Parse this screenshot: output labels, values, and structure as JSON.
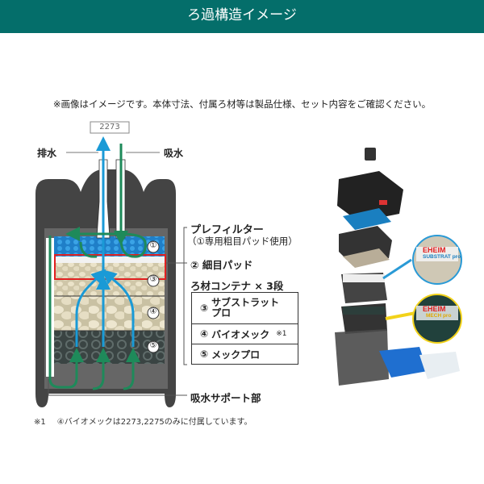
{
  "header": {
    "title": "ろ過構造イメージ",
    "color": "#046e6a"
  },
  "note": "※画像はイメージです。本体寸法、付属ろ材等は製品仕様、セット内容をご確認ください。",
  "diagram": {
    "model": "2273",
    "outlet_label": "排水",
    "inlet_label": "吸水",
    "layer_markers": [
      "①",
      "③",
      "④",
      "⑤"
    ],
    "labels": {
      "prefilter": "プレフィルター",
      "prefilter_sub": "（①専用粗目パッド使用）",
      "fine_pad": "② 細目パッド",
      "container": "ろ材コンテナ × 3段",
      "support": "吸水サポート部"
    },
    "media_table": [
      {
        "num": "③",
        "name": "サブストラット",
        "name2": "プロ",
        "note": ""
      },
      {
        "num": "④",
        "name": "バイオメック",
        "name2": "",
        "note": "※1"
      },
      {
        "num": "⑤",
        "name": "メックプロ",
        "name2": "",
        "note": ""
      }
    ],
    "colors": {
      "flow_out": "#1a9ad6",
      "flow_in": "#1e8a5a",
      "highlight": "#e02020",
      "body": "#444444"
    }
  },
  "product": {
    "brand": "EHEIM",
    "callout1": "SUBSTRAT pro",
    "callout2": "MECH pro"
  },
  "footnote": {
    "mark": "※1",
    "text": "④バイオメックは2273,2275のみに付属しています。"
  }
}
